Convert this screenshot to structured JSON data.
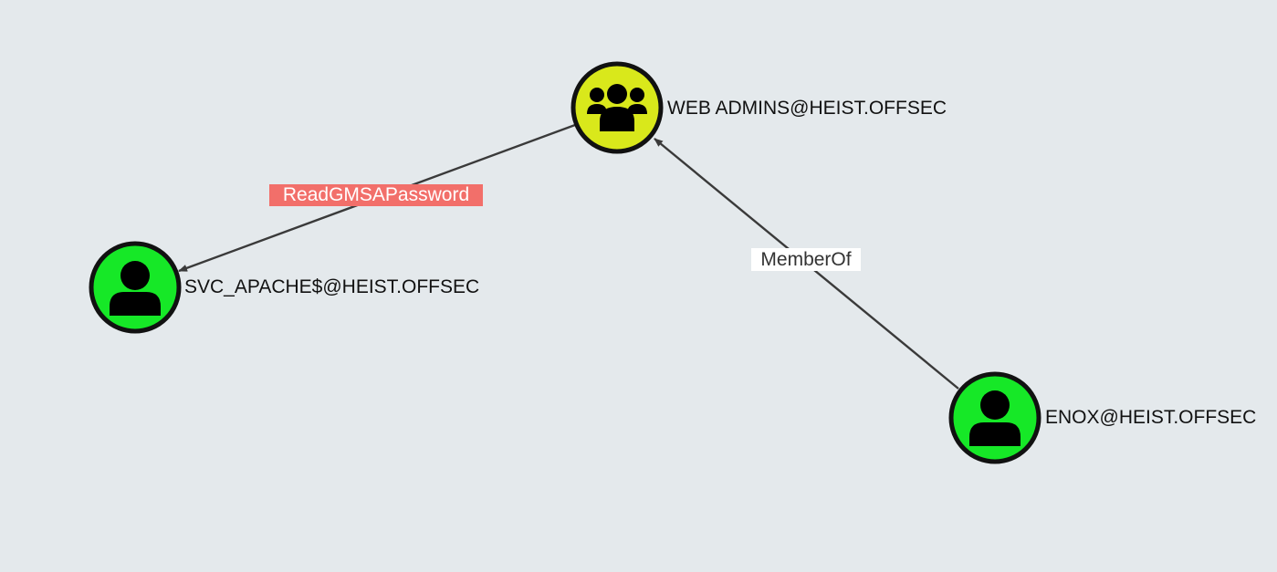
{
  "colors": {
    "background": "#e4e9ec",
    "edge": "#3a3a3a",
    "user_fill": "#16e827",
    "group_fill": "#d9e81b",
    "node_border": "#111111",
    "icon": "#000000",
    "edge_label_highlight_bg": "#f26f6a",
    "edge_label_highlight_text": "#ffffff",
    "edge_label_bg": "#ffffff",
    "edge_label_text": "#333333"
  },
  "nodes": [
    {
      "id": "web-admins",
      "type": "group",
      "icon": "users-group-icon",
      "label": "WEB ADMINS@HEIST.OFFSEC"
    },
    {
      "id": "svc-apache",
      "type": "user",
      "icon": "user-icon",
      "label": "SVC_APACHE$@HEIST.OFFSEC"
    },
    {
      "id": "enox",
      "type": "user",
      "icon": "user-icon",
      "label": "ENOX@HEIST.OFFSEC"
    }
  ],
  "edges": [
    {
      "from": "web-admins",
      "to": "svc-apache",
      "label": "ReadGMSAPassword",
      "highlighted": true
    },
    {
      "from": "enox",
      "to": "web-admins",
      "label": "MemberOf",
      "highlighted": false
    }
  ]
}
